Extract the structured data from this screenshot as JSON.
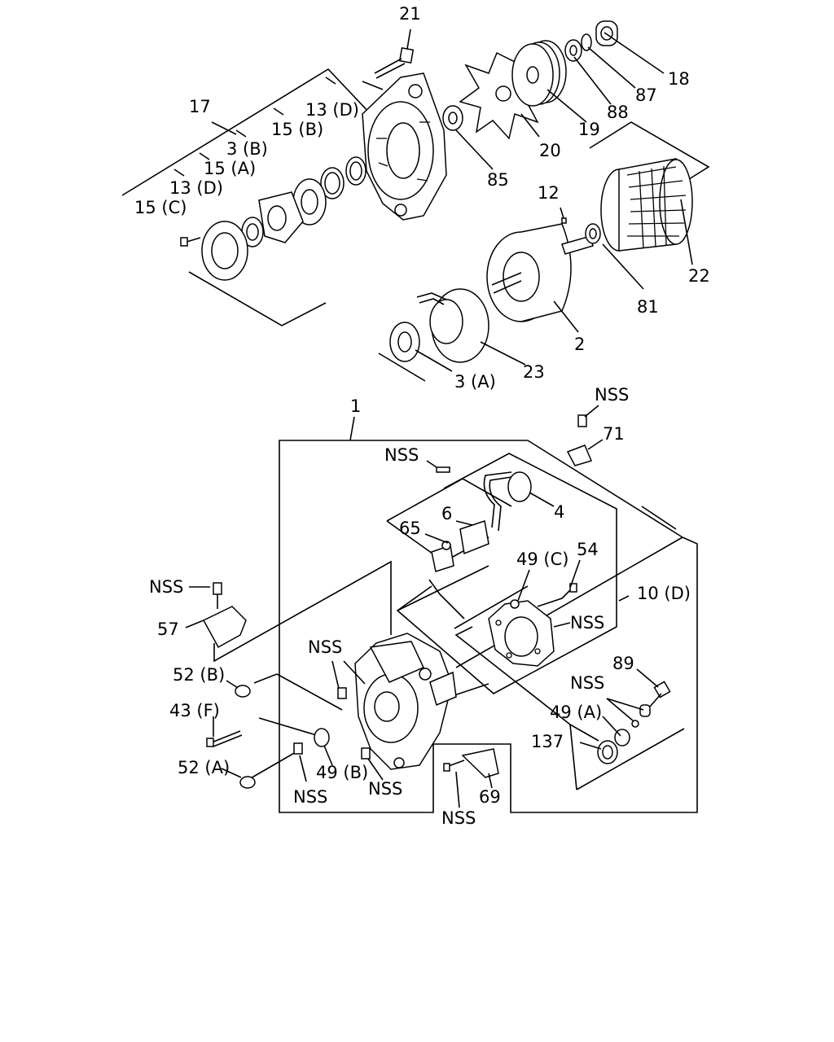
{
  "labels": {
    "l21": "21",
    "l18": "18",
    "l87": "87",
    "l88": "88",
    "l19": "19",
    "l20": "20",
    "l17": "17",
    "l13d_a": "13 (D)",
    "l15b": "15 (B)",
    "l3b": "3 (B)",
    "l15a": "15 (A)",
    "l13d_b": "13 (D)",
    "l15c": "15 (C)",
    "l85": "85",
    "l12": "12",
    "l22": "22",
    "l81": "81",
    "l2": "2",
    "l23": "23",
    "l3a": "3 (A)",
    "l1": "1",
    "nss_top": "NSS",
    "l71": "71",
    "nss_brush": "NSS",
    "l4": "4",
    "l6": "6",
    "l65": "65",
    "l49c": "49 (C)",
    "l54": "54",
    "l10d": "10 (D)",
    "nss_l": "NSS",
    "l57": "57",
    "nss_reg": "NSS",
    "nss_mid": "NSS",
    "l52b": "52 (B)",
    "l89": "89",
    "nss_89": "NSS",
    "l43f": "43 (F)",
    "l49a": "49 (A)",
    "l137": "137",
    "l52a": "52 (A)",
    "l49b": "49 (B)",
    "nss_b1": "NSS",
    "nss_b2": "NSS",
    "l69": "69",
    "nss_b3": "NSS"
  }
}
